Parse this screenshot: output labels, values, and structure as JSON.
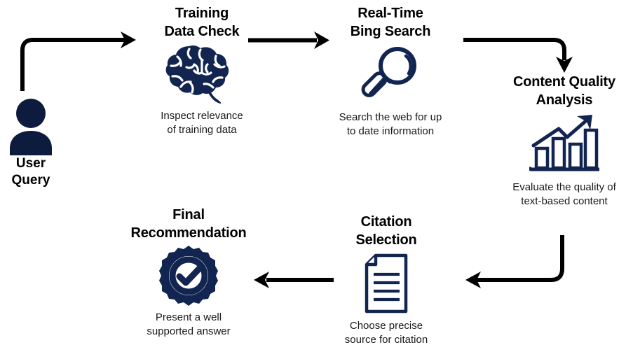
{
  "diagram": {
    "title_absent": true,
    "colors": {
      "navy": "#122450",
      "navy_dark": "#0d1b3e",
      "black": "#000000",
      "background": "#ffffff"
    },
    "start": {
      "icon": "user-icon",
      "label": "User\nQuery"
    },
    "steps": [
      {
        "id": "training-data-check",
        "title": "Training\nData Check",
        "icon": "brain-icon",
        "caption": "Inspect relevance\nof training data"
      },
      {
        "id": "real-time-bing-search",
        "title": "Real-Time\nBing Search",
        "icon": "magnifier-icon",
        "caption": "Search the web for up\nto date information"
      },
      {
        "id": "content-quality-analysis",
        "title": "Content Quality\nAnalysis",
        "icon": "bar-chart-growth-icon",
        "caption": "Evaluate the quality of\ntext-based content"
      },
      {
        "id": "citation-selection",
        "title": "Citation\nSelection",
        "icon": "document-icon",
        "caption": "Choose precise\nsource for citation"
      },
      {
        "id": "final-recommendation",
        "title": "Final\nRecommendation",
        "icon": "verified-badge-icon",
        "caption": "Present a well\nsupported answer"
      }
    ],
    "connectors": [
      {
        "id": "user-to-training",
        "shape": "elbow-up-right",
        "direction": "right"
      },
      {
        "id": "training-to-search",
        "shape": "straight",
        "direction": "right"
      },
      {
        "id": "search-to-quality",
        "shape": "elbow-right-down",
        "direction": "down"
      },
      {
        "id": "quality-to-citation",
        "shape": "elbow-down-left",
        "direction": "left"
      },
      {
        "id": "citation-to-final",
        "shape": "straight",
        "direction": "left"
      }
    ]
  }
}
